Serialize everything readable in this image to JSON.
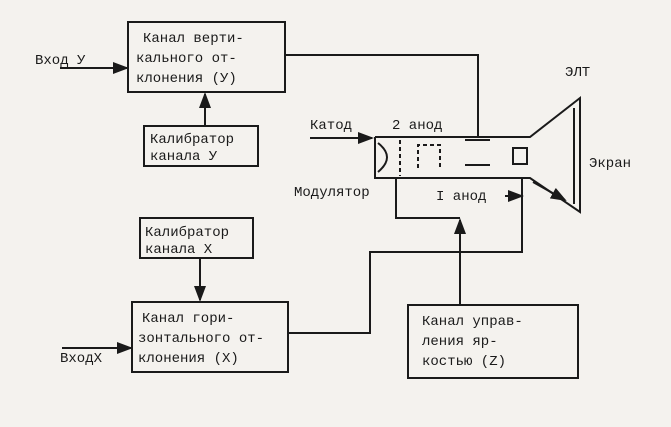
{
  "blocks": {
    "vertical": [
      "Канал верти-",
      "кального от-",
      "клонения (У)"
    ],
    "cal_y": [
      "Калибратор",
      "канала У"
    ],
    "cal_x": [
      "Калибратор",
      "канала Х"
    ],
    "horizontal": [
      "Канал гори-",
      "зонтального от-",
      "клонения (Х)"
    ],
    "brightness": [
      "Канал управ-",
      "ления яр-",
      "костью (Z)"
    ]
  },
  "labels": {
    "input_y": "Вход У",
    "input_x": "ВходХ",
    "crt": "ЭЛТ",
    "cathode": "Катод",
    "anode2": "2 анод",
    "modulator": "Модулятор",
    "anode1": "I анод",
    "screen": "Экран"
  }
}
